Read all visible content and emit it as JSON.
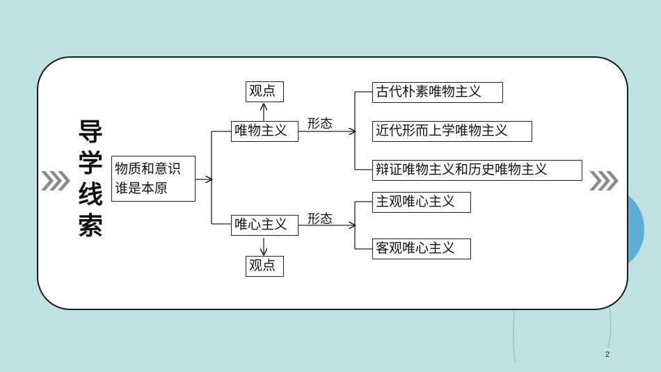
{
  "title": "导学线索",
  "page_number": "2",
  "diagram": {
    "root": {
      "line1": "物质和意识",
      "line2": "谁是本原"
    },
    "materialism": {
      "label": "唯物主义",
      "view": "观点",
      "form_label": "形态",
      "forms": [
        "古代朴素唯物主义",
        "近代形而上学唯物主义",
        "辩证唯物主义和历史唯物主义"
      ]
    },
    "idealism": {
      "label": "唯心主义",
      "view": "观点",
      "form_label": "形态",
      "forms": [
        "主观唯心主义",
        "客观唯心主义"
      ]
    }
  },
  "colors": {
    "background": "#bfe1e1",
    "chevron": "#8a8a8a",
    "balloon_blue": "#5aaed8",
    "balloon_green": "#3cc65a"
  }
}
